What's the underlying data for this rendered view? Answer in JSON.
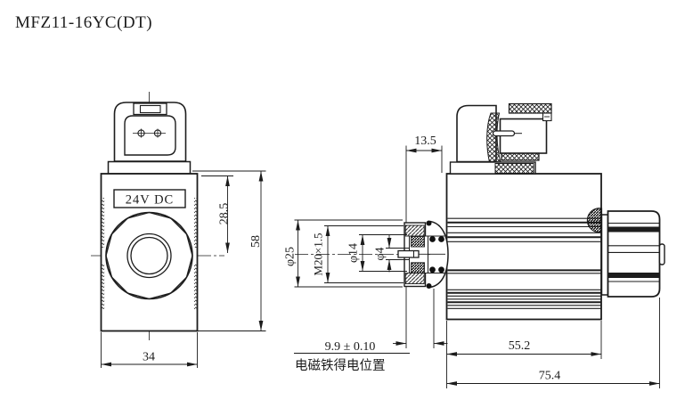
{
  "page": {
    "title": "MFZ11-16YC(DT)"
  },
  "front_view": {
    "name": "solenoid front view",
    "plate_label": "24V DC",
    "dims": {
      "width": "34",
      "height": "58",
      "center_height": "28.5"
    }
  },
  "side_view": {
    "name": "solenoid side section view",
    "dims": {
      "connector_offset": "13.5",
      "coil_tube_od": "φ25",
      "mounting_thread": "M20×1.5",
      "bore": "φ14",
      "pin": "φ4",
      "energized_pos": "9.9 ± 0.10",
      "body_length": "55.2",
      "overall_length": "75.4"
    },
    "note_energized_position": "电磁铁得电位置"
  },
  "colors": {
    "line": "#1c1c1c",
    "background": "#ffffff"
  }
}
